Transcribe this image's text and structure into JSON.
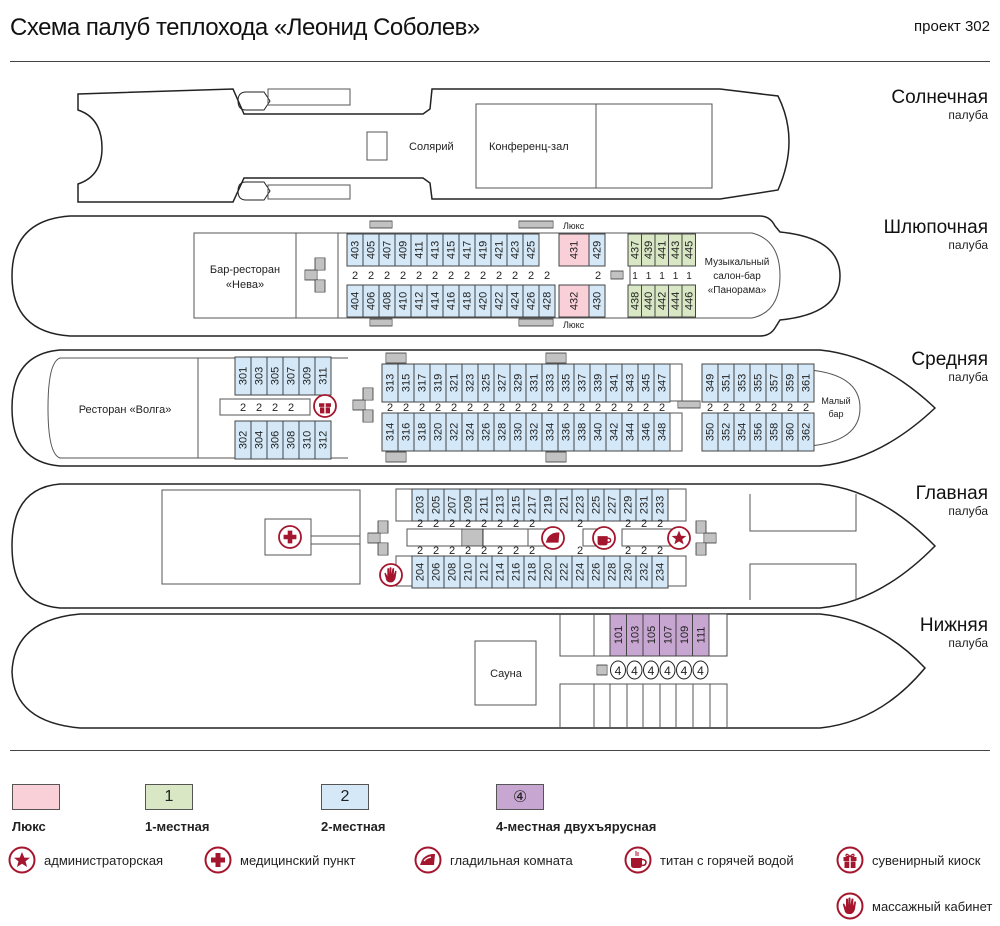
{
  "header": {
    "title": "Схема палуб теплохода «Леонид Соболев»",
    "project": "проект 302"
  },
  "colors": {
    "lux": "#f9d0d8",
    "single": "#d9e7c4",
    "double": "#d4e8f7",
    "quad": "#c8a6d2",
    "accent": "#a3162d",
    "outline": "#222222"
  },
  "decks": {
    "sun": {
      "name": "Солнечная",
      "sub": "палуба",
      "rooms": {
        "solarium": "Солярий",
        "conference": "Конференц-зал"
      }
    },
    "boat": {
      "name": "Шлюпочная",
      "sub": "палуба",
      "bar_line1": "Бар-ресторан",
      "bar_line2": "«Нева»",
      "salon_line1": "Музыкальный",
      "salon_line2": "салон-бар",
      "salon_line3": "«Панорама»",
      "lux_label": "Люкс",
      "top_double": [
        "403",
        "405",
        "407",
        "409",
        "411",
        "413",
        "415",
        "417",
        "419",
        "421",
        "423",
        "425"
      ],
      "bottom_double": [
        "404",
        "406",
        "408",
        "410",
        "412",
        "414",
        "416",
        "418",
        "420",
        "422",
        "424",
        "426",
        "428"
      ],
      "lux_top": "431",
      "lux_bottom": "432",
      "extra_top": "429",
      "extra_bottom": "430",
      "single_top": [
        "437",
        "439",
        "441",
        "443",
        "445"
      ],
      "single_bottom": [
        "438",
        "440",
        "442",
        "444",
        "446"
      ],
      "corridor_double_marks": 13,
      "corridor_single_marks": 5
    },
    "middle": {
      "name": "Средняя",
      "sub": "палуба",
      "restaurant": "Ресторан «Волга»",
      "small_bar_line1": "Малый",
      "small_bar_line2": "бар",
      "aft_top": [
        "301",
        "303",
        "305",
        "307",
        "309",
        "311"
      ],
      "aft_bottom": [
        "302",
        "304",
        "306",
        "308",
        "310",
        "312"
      ],
      "mid_top": [
        "313",
        "315",
        "317",
        "319",
        "321",
        "323",
        "325",
        "327",
        "329",
        "331",
        "333",
        "335",
        "337",
        "339",
        "341",
        "343",
        "345",
        "347"
      ],
      "mid_bottom": [
        "314",
        "316",
        "318",
        "320",
        "322",
        "324",
        "326",
        "328",
        "330",
        "332",
        "334",
        "336",
        "338",
        "340",
        "342",
        "344",
        "346",
        "348"
      ],
      "fwd_top": [
        "349",
        "351",
        "353",
        "355",
        "357",
        "359",
        "361"
      ],
      "fwd_bottom": [
        "350",
        "352",
        "354",
        "356",
        "358",
        "360",
        "362"
      ]
    },
    "main": {
      "name": "Главная",
      "sub": "палуба",
      "top": [
        "203",
        "205",
        "207",
        "209",
        "211",
        "213",
        "215",
        "217",
        "219",
        "221",
        "223",
        "225",
        "227",
        "229",
        "231",
        "233"
      ],
      "bottom": [
        "204",
        "206",
        "208",
        "210",
        "212",
        "214",
        "216",
        "218",
        "220",
        "222",
        "224",
        "226",
        "228",
        "230",
        "232",
        "234"
      ]
    },
    "lower": {
      "name": "Нижняя",
      "sub": "палуба",
      "sauna": "Сауна",
      "quad": [
        "101",
        "103",
        "105",
        "107",
        "109",
        "111"
      ]
    }
  },
  "cabin_mark": {
    "double": "2",
    "single": "1",
    "quad": "4"
  },
  "legend": {
    "categories": [
      {
        "label": "Люкс",
        "mark": ""
      },
      {
        "label": "1-местная",
        "mark": "1"
      },
      {
        "label": "2-местная",
        "mark": "2"
      },
      {
        "label": "4-местная двухъярусная",
        "mark": "④"
      }
    ],
    "symbols": [
      {
        "icon": "star-icon",
        "label": "администраторская"
      },
      {
        "icon": "cross-icon",
        "label": "медицинский пункт"
      },
      {
        "icon": "iron-icon",
        "label": "гладильная комната"
      },
      {
        "icon": "cup-icon",
        "label": "титан с горячей водой"
      },
      {
        "icon": "gift-icon",
        "label": "сувенирный киоск"
      },
      {
        "icon": "hand-icon",
        "label": "массажный кабинет"
      }
    ]
  }
}
